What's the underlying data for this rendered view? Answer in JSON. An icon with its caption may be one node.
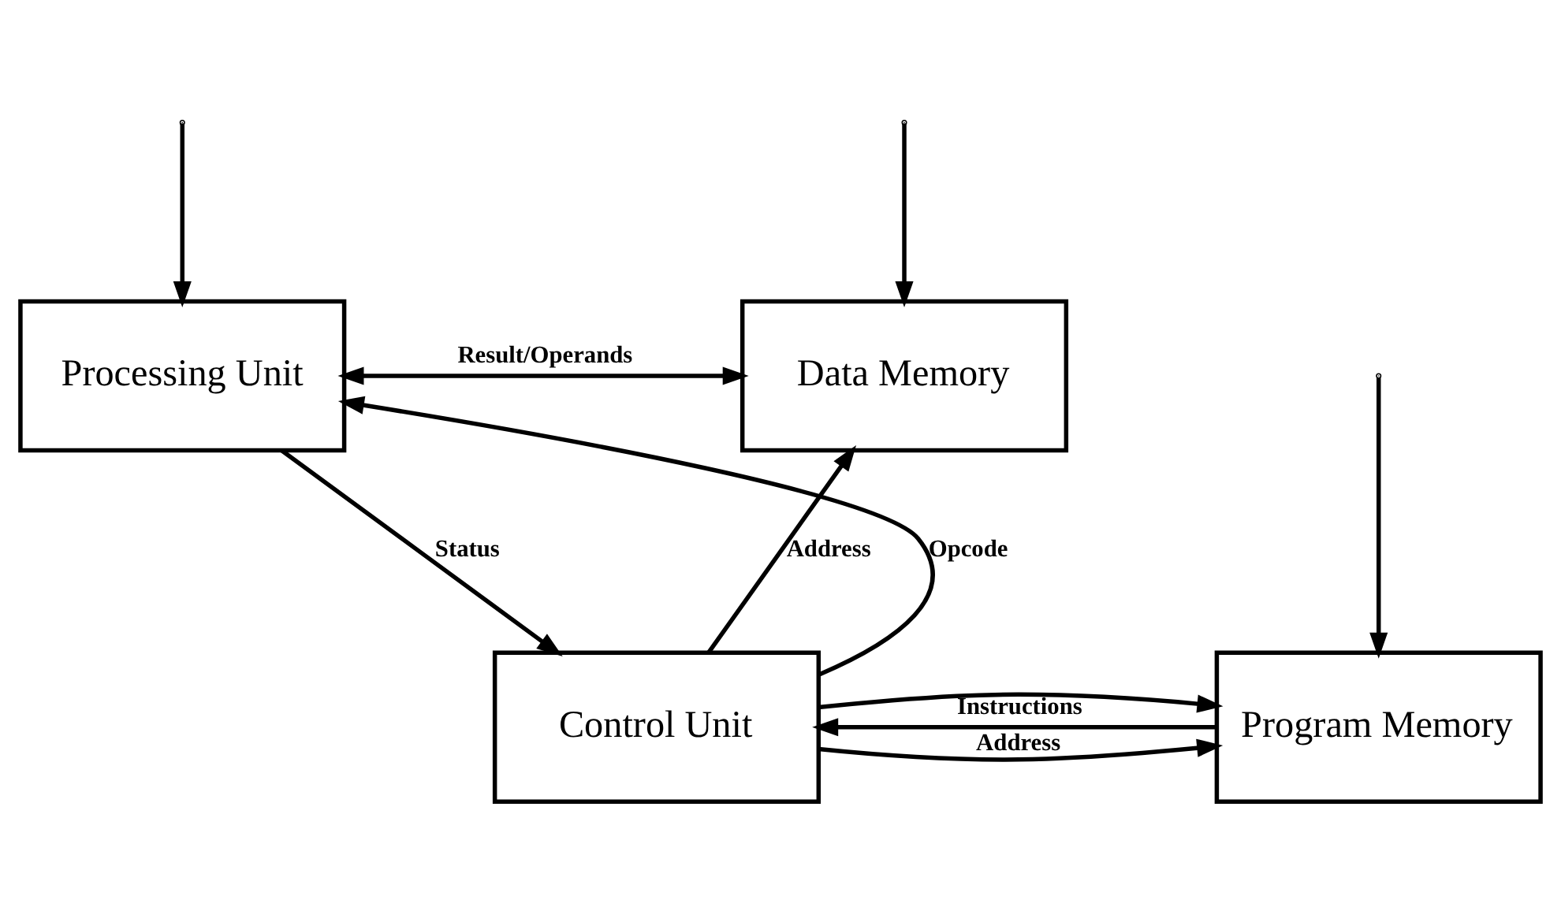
{
  "diagram": {
    "nodes": [
      {
        "text": [
          "Processing Unit"
        ]
      },
      {
        "text": [
          "Data Memory"
        ]
      },
      {
        "text": [
          "Control Unit"
        ]
      },
      {
        "text": [
          "Program Memory"
        ]
      }
    ],
    "edges": [
      {
        "from": 0,
        "to": 1,
        "arrow": "both",
        "label": "Result/Operands"
      },
      {
        "from": null,
        "to": 0,
        "arrow": "to"
      },
      {
        "from": null,
        "to": 1,
        "arrow": "to"
      },
      {
        "from": 0,
        "to": 2,
        "arrow": "to",
        "label": "Status"
      },
      {
        "from": 2,
        "to": 0,
        "arrow": "to",
        "label": "Opcode"
      },
      {
        "from": 2,
        "to": 1,
        "arrow": "to",
        "label": "Address"
      },
      {
        "from": 2,
        "to": 3,
        "arrow": "to"
      },
      {
        "from": 3,
        "to": 2,
        "arrow": "to",
        "label": "Instructions"
      },
      {
        "from": 2,
        "to": 3,
        "arrow": "to",
        "label": "Address"
      },
      {
        "from": null,
        "to": 3,
        "arrow": "to"
      }
    ]
  }
}
